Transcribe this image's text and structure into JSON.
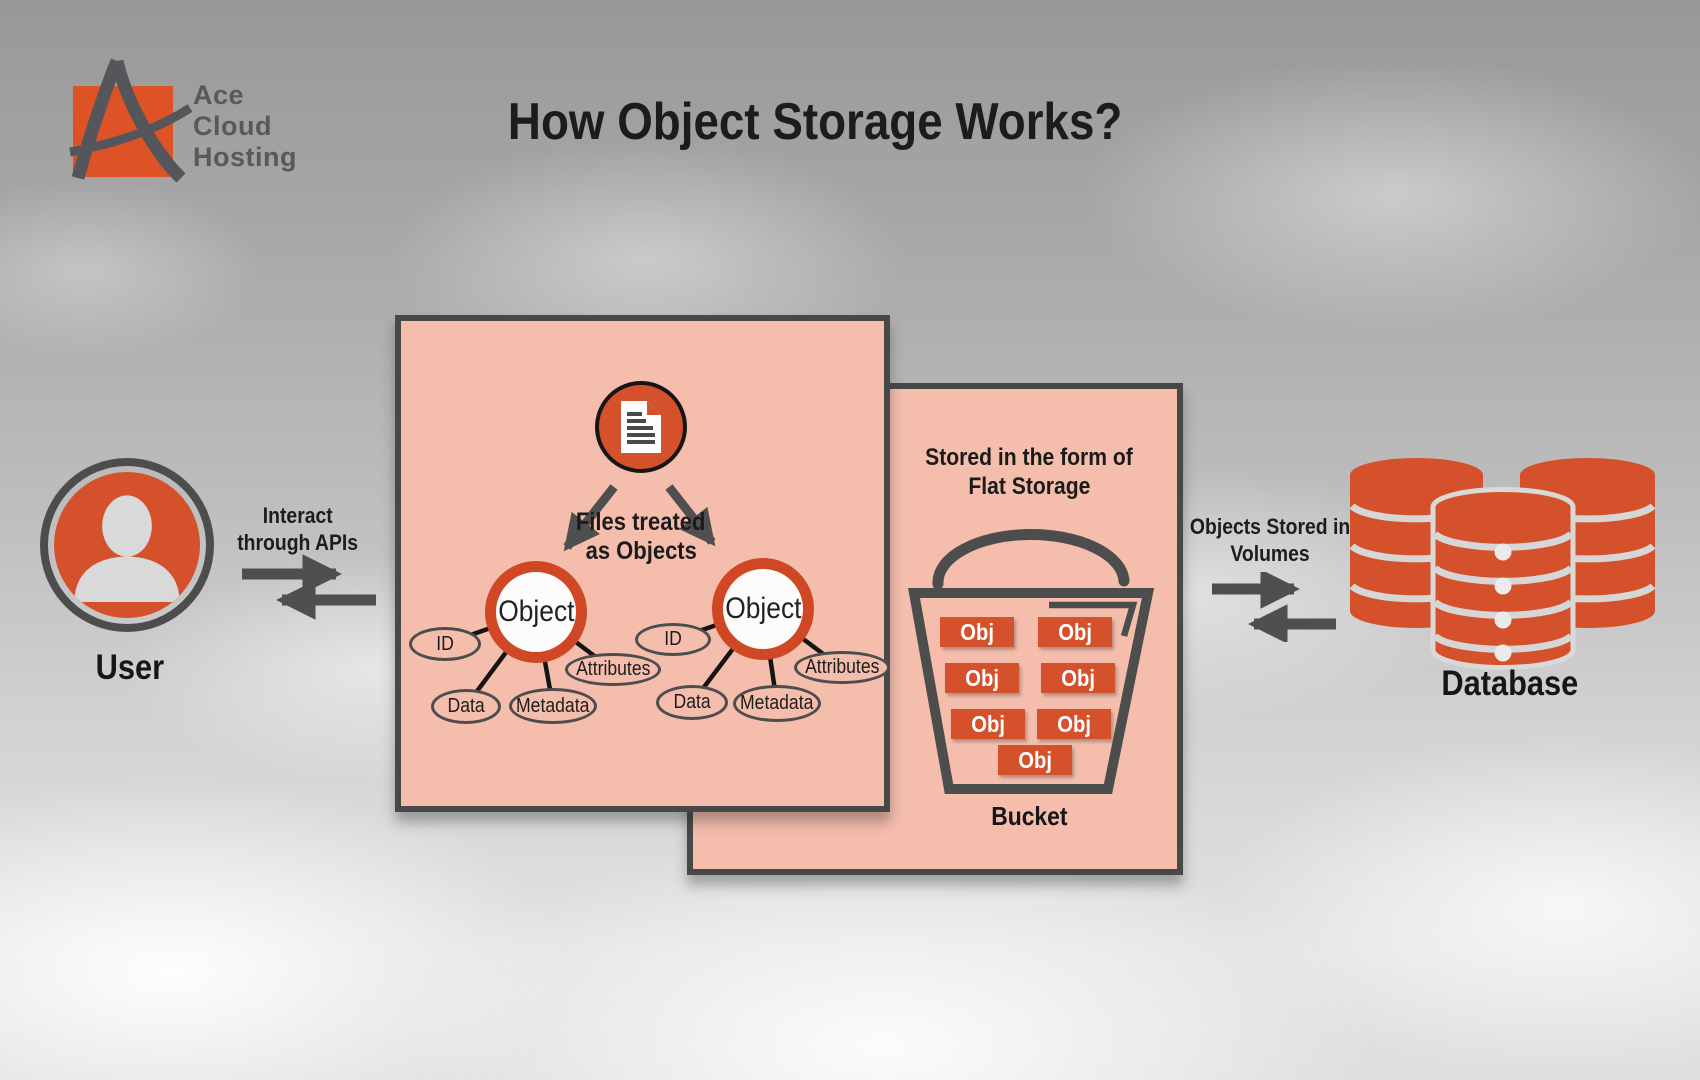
{
  "colors": {
    "accent_orange": "#d5512b",
    "logo_orange": "#dd5326",
    "panel_pink": "#f4bdac",
    "panel_border": "#484848",
    "arrow_gray": "#4f4f4f",
    "ink": "#1c1c1c",
    "logo_text_gray": "#58595b",
    "cylinder_gap_gray": "#d6d6d6"
  },
  "logo": {
    "lines": [
      "Ace",
      "Cloud",
      "Hosting"
    ]
  },
  "title": "How Object Storage Works?",
  "user": {
    "label": "User"
  },
  "flow_left": {
    "line1": "Interact",
    "line2": "through APIs"
  },
  "flow_right": {
    "line1": "Objects Stored in",
    "line2": "Volumes"
  },
  "objects_panel": {
    "caption_line1": "Files treated",
    "caption_line2": "as Objects",
    "clusters": [
      {
        "label": "Object",
        "ellipses": [
          "ID",
          "Data",
          "Metadata",
          "Attributes"
        ]
      },
      {
        "label": "Object",
        "ellipses": [
          "ID",
          "Data",
          "Metadata",
          "Attributes"
        ]
      }
    ]
  },
  "storage_panel": {
    "caption_line1": "Stored in the form of",
    "caption_line2": "Flat Storage",
    "bucket_label": "Bucket",
    "items": [
      "Obj",
      "Obj",
      "Obj",
      "Obj",
      "Obj",
      "Obj",
      "Obj"
    ]
  },
  "database": {
    "label": "Database"
  }
}
